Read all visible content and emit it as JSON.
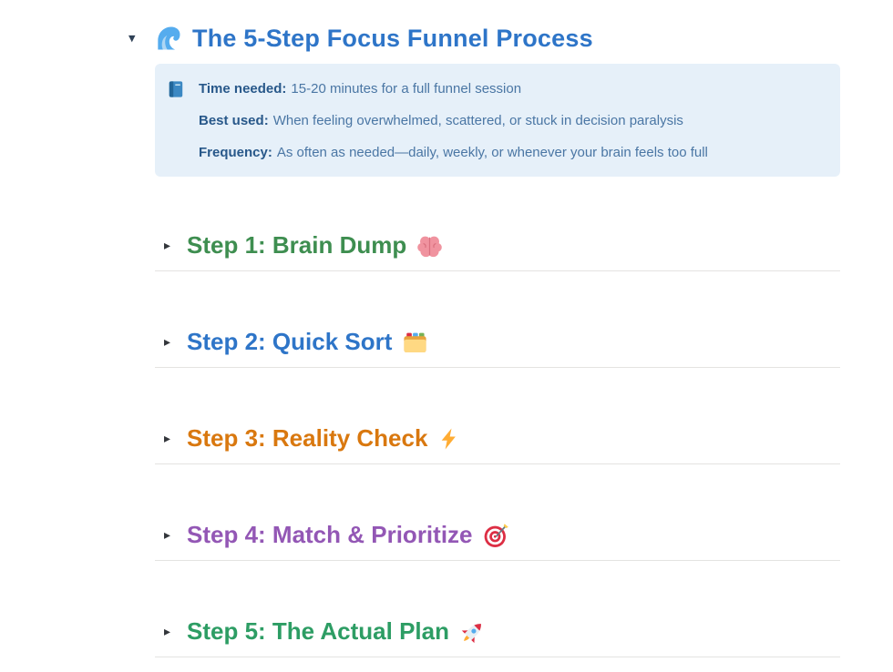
{
  "icons": {
    "toggle_down": "▾",
    "toggle_right": "▸",
    "wave": "🌊",
    "blue_book": "📘"
  },
  "header": {
    "title": "The 5-Step Focus Funnel Process",
    "title_color": "#2e75c8"
  },
  "callout": {
    "background": "#e6f0f9",
    "icon": "📘",
    "icon_name": "blue-book-icon",
    "lines": [
      {
        "label": "Time needed:",
        "text": "15-20 minutes for a full funnel session"
      },
      {
        "label": "Best used:",
        "text": "When feeling overwhelmed, scattered, or stuck in decision paralysis"
      },
      {
        "label": "Frequency:",
        "text": "As often as needed—daily, weekly, or whenever your brain feels too full"
      }
    ]
  },
  "steps": [
    {
      "title": "Step 1: Brain Dump",
      "icon": "🧠",
      "icon_name": "brain-icon",
      "color": "#3e8e50"
    },
    {
      "title": "Step 2: Quick Sort",
      "icon": "🗂️",
      "icon_name": "card-index-icon",
      "color": "#2e75c8"
    },
    {
      "title": "Step 3: Reality Check",
      "icon": "⚡",
      "icon_name": "lightning-icon",
      "color": "#d9780f"
    },
    {
      "title": "Step 4: Match & Prioritize",
      "icon": "🎯",
      "icon_name": "target-icon",
      "color": "#9357b5"
    },
    {
      "title": "Step 5: The Actual Plan",
      "icon": "🚀",
      "icon_name": "rocket-icon",
      "color": "#2d9d64"
    }
  ]
}
